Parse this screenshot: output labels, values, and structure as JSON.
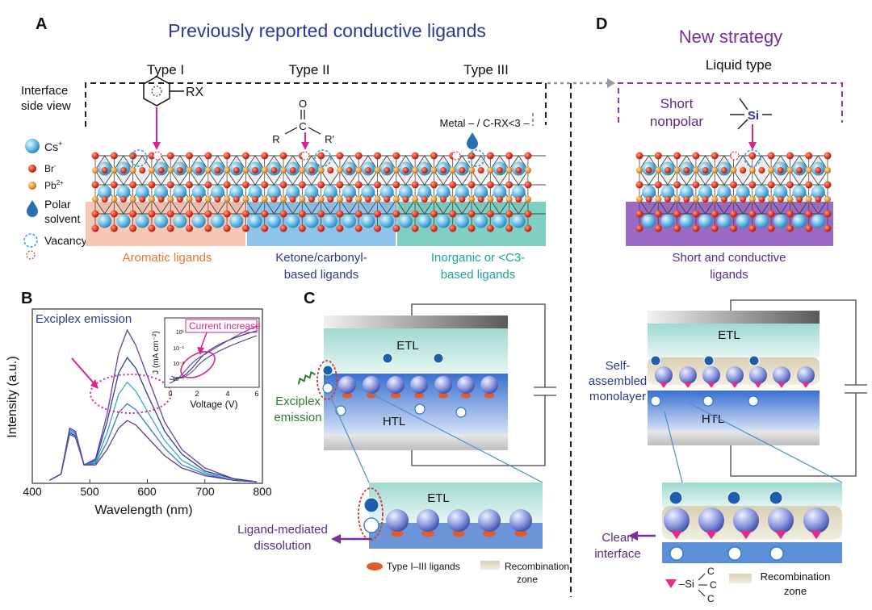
{
  "panel_labels": {
    "a": "A",
    "b": "B",
    "c": "C",
    "d": "D"
  },
  "panel_a": {
    "title": "Previously reported conductive ligands",
    "types": [
      "Type I",
      "Type II",
      "Type III"
    ],
    "side_view_1": "Interface",
    "side_view_2": "side view",
    "legend": {
      "cs": "Cs",
      "cs_sup": "+",
      "br": "Br",
      "br_sup": "-",
      "pb": "Pb",
      "pb_sup": "2+",
      "polar_1": "Polar",
      "polar_2": "solvent",
      "vacancy": "Vacancy"
    },
    "mol_type1": "RX",
    "mol_type2": {
      "o": "O",
      "c": "C",
      "r": "R",
      "r2": "R′"
    },
    "mol_type3": "Metal – / C-RX<3 –",
    "ligand_aromatic": "Aromatic ligands",
    "ligand_ketone_1": "Ketone/carbonyl-",
    "ligand_ketone_2": "based ligands",
    "ligand_inorganic_1": "Inorganic or <C3-",
    "ligand_inorganic_2": "based ligands"
  },
  "panel_d": {
    "title": "New strategy",
    "type": "Liquid type",
    "short_1": "Short",
    "short_2": "nonpolar",
    "si": "Si",
    "ligand_1": "Short and conductive",
    "ligand_2": "ligands",
    "etl": "ETL",
    "htl": "HTL",
    "sam_1": "Self-",
    "sam_2": "assembled",
    "sam_3": "monolayer",
    "clean_1": "Clean",
    "clean_2": "interface",
    "legend_si": "–Si",
    "legend_c": "C",
    "recomb_1": "Recombination",
    "recomb_2": "zone"
  },
  "panel_c": {
    "etl": "ETL",
    "htl": "HTL",
    "exciplex_1": "Exciplex",
    "exciplex_2": "emission",
    "dissolution_1": "Ligand-mediated",
    "dissolution_2": "dissolution",
    "legend_ligands": "Type I–III ligands",
    "recomb_1": "Recombination",
    "recomb_2": "zone"
  },
  "panel_b": {
    "title": "Exciplex emission",
    "inset_title": "Current increase",
    "inset_xlabel": "Voltage (V)",
    "inset_ylabel": "J (mA cm⁻²)",
    "inset_xticks": [
      "0",
      "2",
      "4",
      "6"
    ],
    "inset_yticks": [
      "10¹",
      "10⁻¹",
      "10⁻³",
      "10⁻⁵"
    ],
    "xlabel": "Wavelength (nm)",
    "ylabel": "Intensity (a.u.)",
    "xticks": [
      "400",
      "500",
      "600",
      "700",
      "800"
    ]
  },
  "colors": {
    "title_blue": "#2b3a8f",
    "title_purple": "#7a2e9c",
    "magenta": "#d6248f",
    "orange_text": "#e8762c",
    "navy_text": "#2c3a8c",
    "teal_text": "#1aa39a",
    "green_text": "#2e7d32",
    "violet_text": "#5b2a86",
    "aromatic_band": "#f8c7b6",
    "ketone_band": "#8ec3ea",
    "inorganic_band": "#7fcfc4",
    "purple_band": "#9b6ac4"
  },
  "chart_data": {
    "type": "line",
    "xlabel": "Wavelength (nm)",
    "ylabel": "Intensity (a.u.)",
    "xlim": [
      400,
      800
    ],
    "series": [
      {
        "values": [
          [
            430,
            0.02
          ],
          [
            450,
            0.06
          ],
          [
            465,
            0.32
          ],
          [
            475,
            0.3
          ],
          [
            490,
            0.12
          ],
          [
            510,
            0.16
          ],
          [
            530,
            0.45
          ],
          [
            550,
            0.85
          ],
          [
            565,
            1.0
          ],
          [
            580,
            0.9
          ],
          [
            600,
            0.7
          ],
          [
            630,
            0.4
          ],
          [
            660,
            0.22
          ],
          [
            700,
            0.1
          ],
          [
            750,
            0.03
          ],
          [
            790,
            0.01
          ]
        ]
      },
      {
        "values": [
          [
            430,
            0.02
          ],
          [
            450,
            0.06
          ],
          [
            465,
            0.33
          ],
          [
            475,
            0.31
          ],
          [
            490,
            0.12
          ],
          [
            510,
            0.15
          ],
          [
            530,
            0.4
          ],
          [
            550,
            0.72
          ],
          [
            565,
            0.82
          ],
          [
            580,
            0.75
          ],
          [
            600,
            0.58
          ],
          [
            630,
            0.34
          ],
          [
            660,
            0.19
          ],
          [
            700,
            0.08
          ],
          [
            750,
            0.03
          ],
          [
            790,
            0.01
          ]
        ]
      },
      {
        "values": [
          [
            430,
            0.02
          ],
          [
            450,
            0.06
          ],
          [
            465,
            0.34
          ],
          [
            475,
            0.32
          ],
          [
            490,
            0.12
          ],
          [
            510,
            0.14
          ],
          [
            530,
            0.33
          ],
          [
            550,
            0.58
          ],
          [
            565,
            0.66
          ],
          [
            580,
            0.6
          ],
          [
            600,
            0.47
          ],
          [
            630,
            0.28
          ],
          [
            660,
            0.15
          ],
          [
            700,
            0.07
          ],
          [
            750,
            0.02
          ],
          [
            790,
            0.01
          ]
        ]
      },
      {
        "values": [
          [
            430,
            0.02
          ],
          [
            450,
            0.06
          ],
          [
            465,
            0.35
          ],
          [
            475,
            0.33
          ],
          [
            490,
            0.12
          ],
          [
            510,
            0.13
          ],
          [
            530,
            0.27
          ],
          [
            550,
            0.46
          ],
          [
            565,
            0.52
          ],
          [
            580,
            0.48
          ],
          [
            600,
            0.38
          ],
          [
            630,
            0.23
          ],
          [
            660,
            0.12
          ],
          [
            700,
            0.06
          ],
          [
            750,
            0.02
          ],
          [
            790,
            0.01
          ]
        ]
      },
      {
        "values": [
          [
            430,
            0.02
          ],
          [
            450,
            0.06
          ],
          [
            465,
            0.36
          ],
          [
            475,
            0.34
          ],
          [
            490,
            0.12
          ],
          [
            510,
            0.12
          ],
          [
            530,
            0.22
          ],
          [
            550,
            0.36
          ],
          [
            565,
            0.41
          ],
          [
            580,
            0.38
          ],
          [
            600,
            0.3
          ],
          [
            630,
            0.18
          ],
          [
            660,
            0.1
          ],
          [
            700,
            0.05
          ],
          [
            750,
            0.02
          ],
          [
            790,
            0.01
          ]
        ]
      }
    ],
    "colors": [
      "#6a3fa8",
      "#2d3f9e",
      "#34a8c8",
      "#3d7fb5",
      "#5a3c9a"
    ]
  }
}
